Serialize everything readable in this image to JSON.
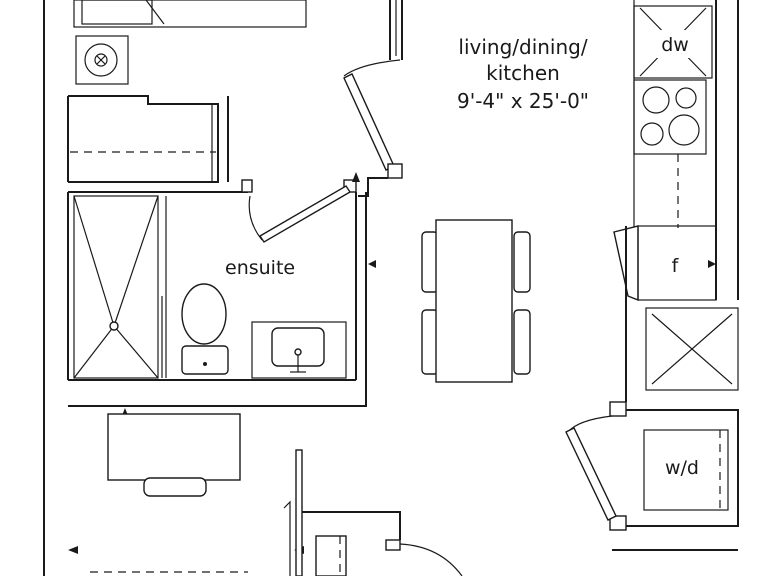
{
  "rooms": {
    "living": {
      "name": "living/dining/",
      "name2": "kitchen",
      "dimensions": "9'-4\" x 25'-0\""
    },
    "ensuite": {
      "name": "ensuite"
    }
  },
  "appliances": {
    "dishwasher": "dw",
    "fridge": "f",
    "washer_dryer": "w/d"
  },
  "icons": [
    "door-swing-icon",
    "stove-burner-icon",
    "sink-icon",
    "toilet-icon",
    "shower-icon",
    "arrow-marker-icon"
  ]
}
